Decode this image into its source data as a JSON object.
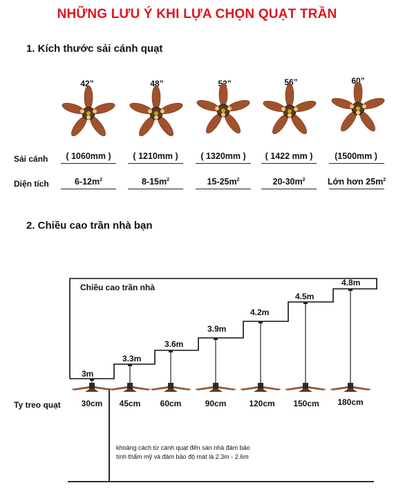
{
  "title": "NHỮNG LƯU Ý KHI LỰA CHỌN QUẠT TRẦN",
  "section1": {
    "heading": "1. Kích thước sải cánh quạt",
    "row_labels": {
      "span": "Sải cánh",
      "area": "Diện tích"
    },
    "fans": [
      {
        "size": "42”",
        "span": "( 1060mm )",
        "area": "6-12m",
        "sup": "2"
      },
      {
        "size": "48”",
        "span": "( 1210mm )",
        "area": "8-15m",
        "sup": "2"
      },
      {
        "size": "52”",
        "span": "( 1320mm )",
        "area": "15-25m",
        "sup": "2"
      },
      {
        "size": "56”",
        "span": "( 1422 mm )",
        "area": "20-30m",
        "sup": "2"
      },
      {
        "size": "60”",
        "span": "(1500mm )",
        "area": "Lớn hơn 25m",
        "sup": "2"
      }
    ]
  },
  "section2": {
    "heading": "2. Chiều cao trần nhà bạn",
    "ceiling_label": "Chiều cao trần nhà",
    "hang_label": "Ty treo quạt",
    "steps": [
      {
        "height": "3m",
        "rod": "30cm"
      },
      {
        "height": "3.3m",
        "rod": "45cm"
      },
      {
        "height": "3.6m",
        "rod": "60cm"
      },
      {
        "height": "3.9m",
        "rod": "90cm"
      },
      {
        "height": "4.2m",
        "rod": "120cm"
      },
      {
        "height": "4.5m",
        "rod": "150cm"
      },
      {
        "height": "4.8m",
        "rod": "180cm"
      }
    ],
    "note_line1": "khoảng cách từ cánh quạt đến sàn nhà đảm bảo",
    "note_line2": "tính thẩm mỹ và đảm bảo độ mát là 2.3m - 2.6m"
  },
  "colors": {
    "title": "#e0141b",
    "blade": "#a0522d",
    "blade_dark": "#7a3a1a"
  }
}
